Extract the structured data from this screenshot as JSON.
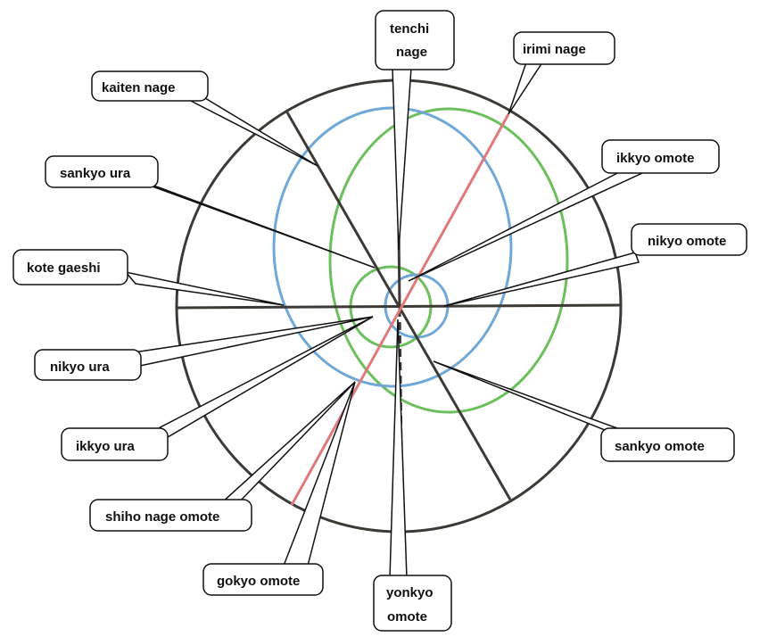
{
  "diagram": {
    "labels": {
      "tenchi_nage_l1": "tenchi",
      "tenchi_nage_l2": "nage",
      "irimi_nage": "irimi nage",
      "kaiten_nage": "kaiten nage",
      "ikkyo_omote": "ikkyo omote",
      "sankyo_ura": "sankyo ura",
      "nikyo_omote": "nikyo omote",
      "kote_gaeshi": "kote gaeshi",
      "nikyo_ura": "nikyo ura",
      "ikkyo_ura": "ikkyo ura",
      "sankyo_omote": "sankyo omote",
      "shiho_nage_omote": "shiho nage omote",
      "gokyo_omote": "gokyo omote",
      "yonkyo_omote_l1": "yonkyo",
      "yonkyo_omote_l2": "omote"
    },
    "colors": {
      "outline": "#3d3a35",
      "blue": "#6fa8d6",
      "green": "#6cbf5c",
      "red": "#e07a7a",
      "callout_fill": "#ffffff",
      "callout_stroke": "#111111"
    }
  }
}
